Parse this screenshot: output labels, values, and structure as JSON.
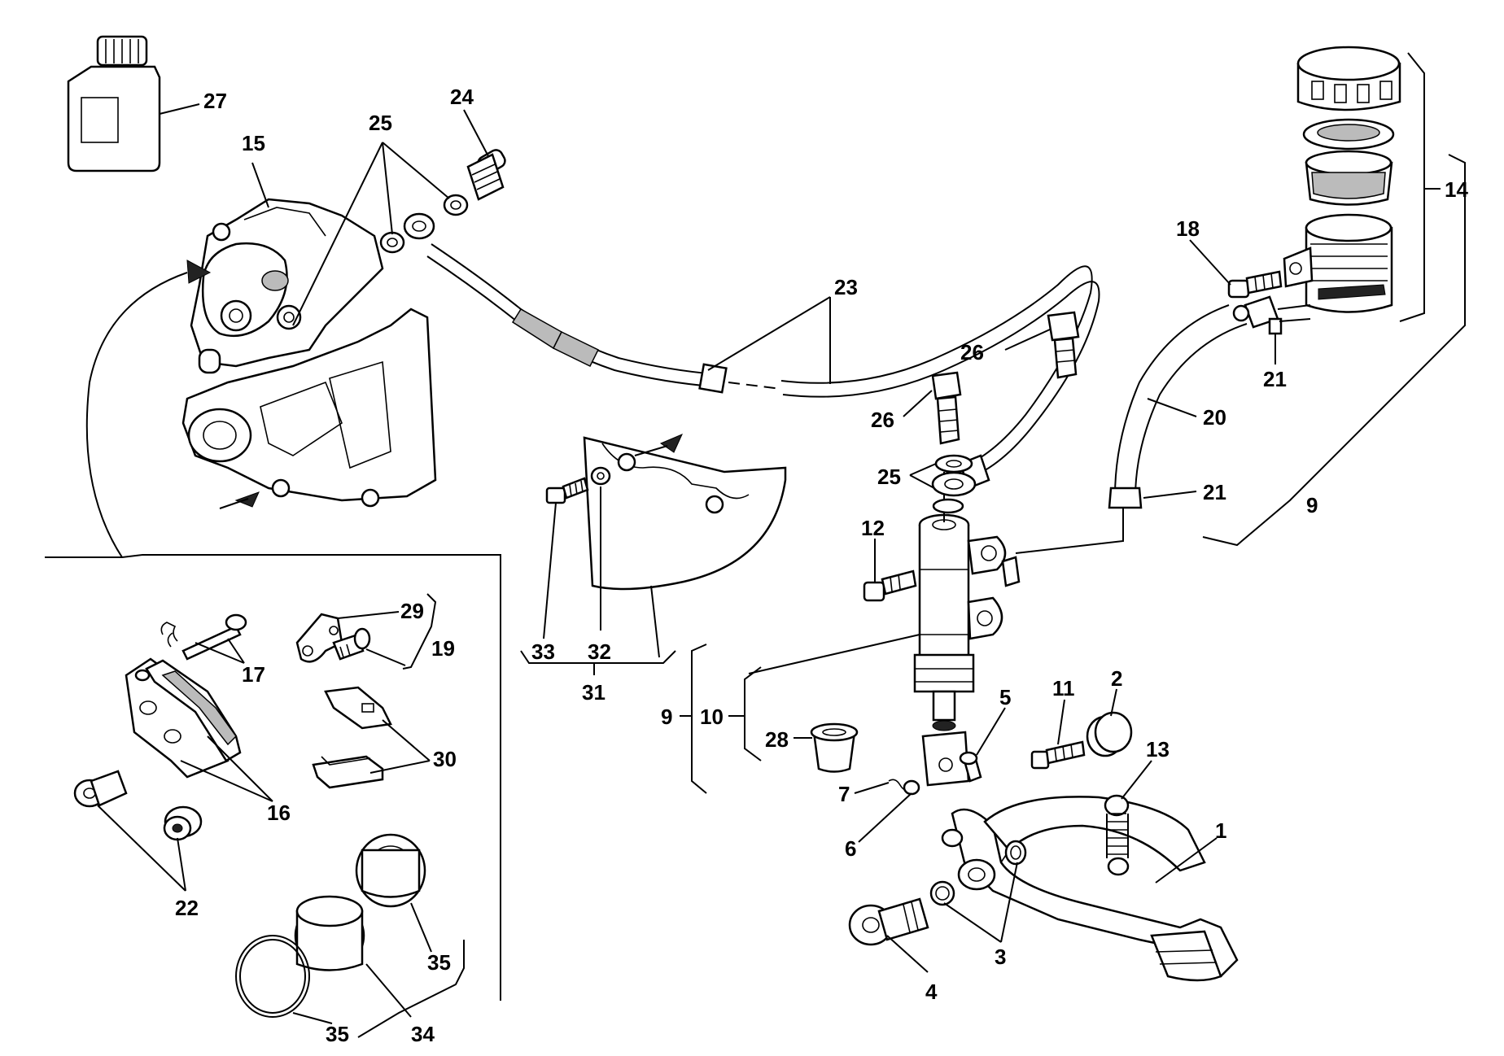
{
  "labels": {
    "p1": "1",
    "p2": "2",
    "p3a": "3",
    "p4": "4",
    "p5": "5",
    "p6": "6",
    "p7": "7",
    "p9a": "9",
    "p9b": "9",
    "p10": "10",
    "p11": "11",
    "p12": "12",
    "p13": "13",
    "p14": "14",
    "p15": "15",
    "p16": "16",
    "p17": "17",
    "p18": "18",
    "p19": "19",
    "p20": "20",
    "p21a": "21",
    "p21b": "21",
    "p22": "22",
    "p23": "23",
    "p24": "24",
    "p25a": "25",
    "p25b": "25",
    "p26a": "26",
    "p26b": "26",
    "p27": "27",
    "p28": "28",
    "p29": "29",
    "p30": "30",
    "p31": "31",
    "p32": "32",
    "p33": "33",
    "p34": "34",
    "p35a": "35",
    "p35b": "35"
  }
}
